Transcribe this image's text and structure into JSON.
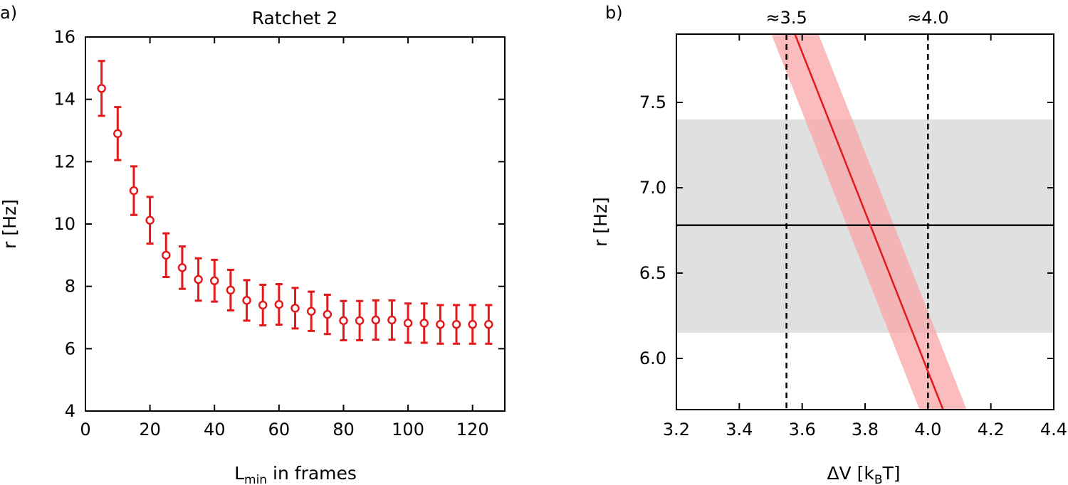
{
  "chart_data": [
    {
      "type": "scatter",
      "panel_label": "a)",
      "title": "Ratchet 2",
      "xlabel": {
        "main": "L",
        "sub": "min",
        "rest": " in frames"
      },
      "ylabel": "r [Hz]",
      "xlim": [
        0,
        130
      ],
      "ylim": [
        4,
        16
      ],
      "xticks": [
        0,
        20,
        40,
        60,
        80,
        100,
        120
      ],
      "yticks": [
        4,
        6,
        8,
        10,
        12,
        14,
        16
      ],
      "grid": false,
      "color": "#e31a1c",
      "series": [
        {
          "x": [
            5,
            10,
            15,
            20,
            25,
            30,
            35,
            40,
            45,
            50,
            55,
            60,
            65,
            70,
            75,
            80,
            85,
            90,
            95,
            100,
            105,
            110,
            115,
            120,
            125
          ],
          "y": [
            14.35,
            12.9,
            11.07,
            10.12,
            9.0,
            8.6,
            8.22,
            8.18,
            7.88,
            7.55,
            7.4,
            7.42,
            7.3,
            7.2,
            7.1,
            6.9,
            6.9,
            6.92,
            6.92,
            6.82,
            6.82,
            6.78,
            6.78,
            6.78,
            6.78
          ],
          "err": [
            0.88,
            0.85,
            0.78,
            0.75,
            0.7,
            0.68,
            0.68,
            0.67,
            0.65,
            0.65,
            0.65,
            0.65,
            0.65,
            0.63,
            0.63,
            0.63,
            0.63,
            0.63,
            0.63,
            0.63,
            0.63,
            0.62,
            0.62,
            0.62,
            0.62
          ]
        }
      ]
    },
    {
      "type": "line",
      "panel_label": "b)",
      "xlabel": {
        "main": "ΔV [k",
        "sub": "B",
        "rest": "T]"
      },
      "ylabel": "r [Hz]",
      "xlim": [
        3.2,
        4.4
      ],
      "ylim": [
        5.7,
        7.9
      ],
      "xticks": [
        "3.2",
        "3.4",
        "3.6",
        "3.8",
        "4.0",
        "4.2",
        "4.4"
      ],
      "yticks": [
        "6.0",
        "6.5",
        "7.0",
        "7.5"
      ],
      "grid": false,
      "band_horizontal": {
        "ymin": 6.15,
        "ymax": 7.4,
        "color": "#e0e0e0"
      },
      "hline": {
        "y": 6.78,
        "color": "#000000"
      },
      "vlines": [
        {
          "x": 3.55,
          "label": "≈3.5"
        },
        {
          "x": 4.0,
          "label": "≈4.0"
        }
      ],
      "fit_line": {
        "x": [
          3.577,
          4.048
        ],
        "y": [
          7.9,
          5.7
        ],
        "color": "#e31a1c"
      },
      "fit_band": {
        "x_halfwidth": 0.075,
        "color": "#f8a5a5"
      }
    }
  ]
}
